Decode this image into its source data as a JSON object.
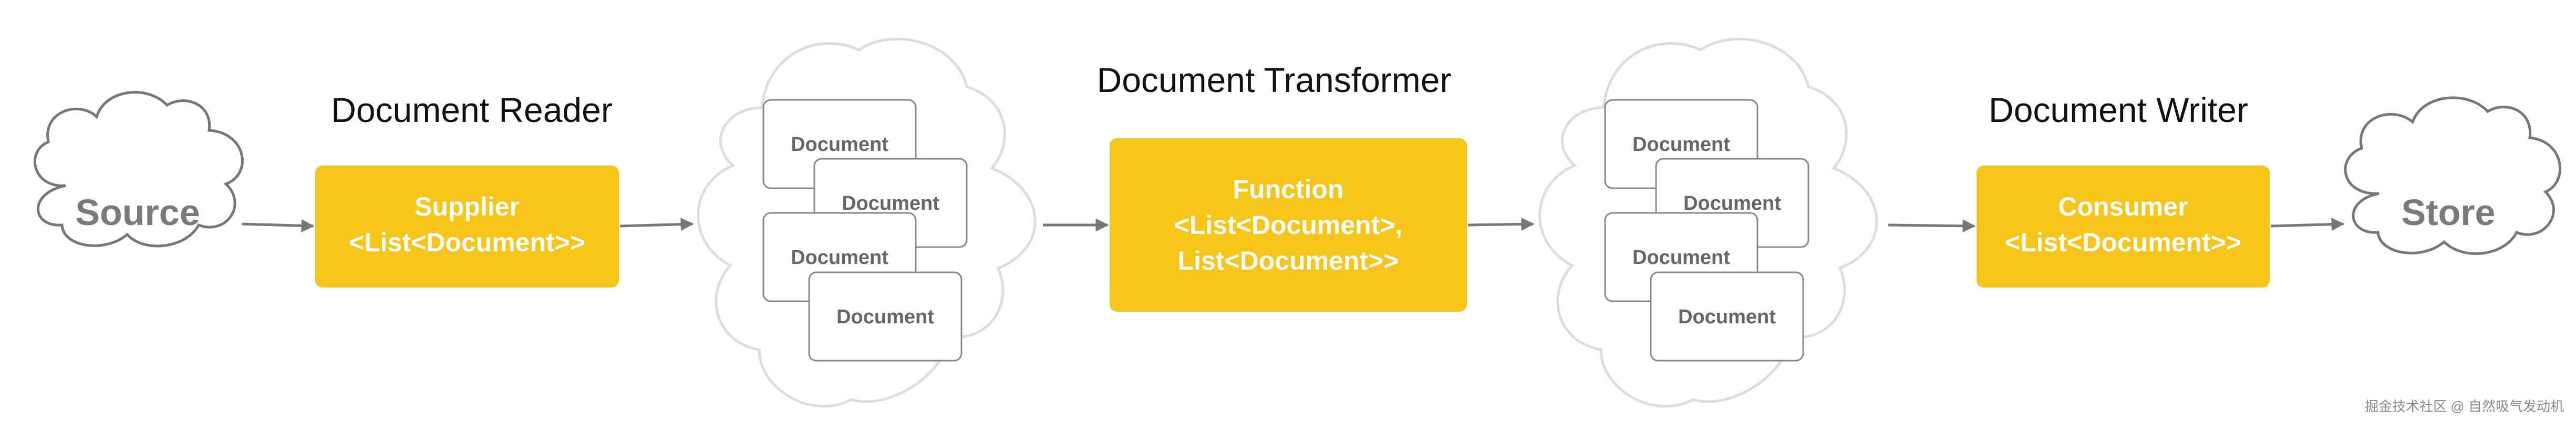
{
  "stages": {
    "reader": {
      "title": "Document Reader",
      "line1": "Supplier",
      "line2": "<List<Document>>"
    },
    "transformer": {
      "title": "Document Transformer",
      "line1": "Function",
      "line2": "<List<Document>,",
      "line3": "List<Document>>"
    },
    "writer": {
      "title": "Document Writer",
      "line1": "Consumer",
      "line2": "<List<Document>>"
    }
  },
  "endpoints": {
    "source": "Source",
    "store": "Store"
  },
  "document_label": "Document",
  "watermark": "掘金技术社区 @ 自然吸气发动机",
  "colors": {
    "accent": "#F7C518",
    "cloud_stroke": "#777777",
    "doc_cloud_stroke": "#dddddd",
    "arrow": "#777777",
    "doc_border": "#888888"
  }
}
